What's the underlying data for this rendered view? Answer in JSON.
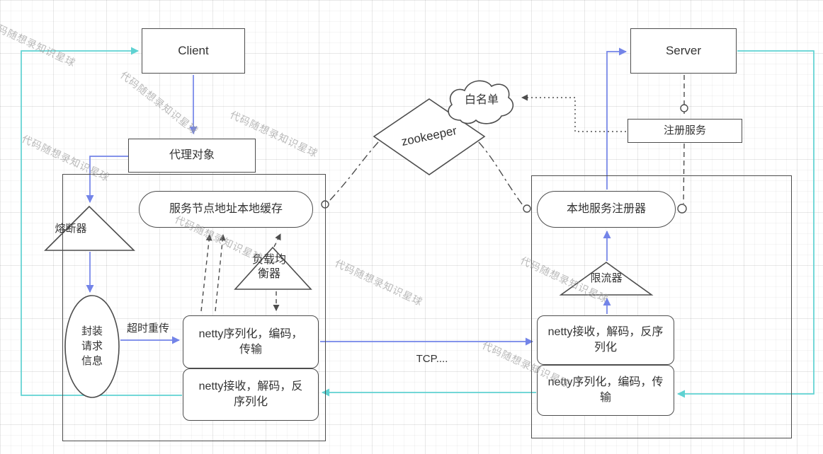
{
  "watermark": {
    "text": "代码随想录知识星球"
  },
  "colors": {
    "request": "#7384e8",
    "response": "#5fd2d2",
    "stroke": "#4d4d4d",
    "text": "#333333",
    "watermark": "#9b9b9b"
  },
  "nodes": {
    "client": {
      "label": "Client"
    },
    "server": {
      "label": "Server"
    },
    "proxy": {
      "label": "代理对象"
    },
    "zookeeper": {
      "label": "zookeeper"
    },
    "whitelist": {
      "label": "白名单"
    },
    "register_service": {
      "label": "注册服务"
    },
    "local_cache": {
      "label": "服务节点地址本地缓存"
    },
    "local_registry": {
      "label": "本地服务注册器"
    },
    "circuit_breaker": {
      "label": "熔断器"
    },
    "load_balancer": {
      "label": "负载均衡器"
    },
    "rate_limiter": {
      "label": "限流器"
    },
    "request_wrapper": {
      "label": "封装请求信息"
    },
    "client_netty_send": {
      "label": "netty序列化，编码，传输"
    },
    "client_netty_receive": {
      "label": "netty接收，解码，反序列化"
    },
    "server_netty_receive": {
      "label": "netty接收，解码，反序列化"
    },
    "server_netty_send": {
      "label": "netty序列化，编码，传输"
    }
  },
  "edge_labels": {
    "timeout_retry": "超时重传",
    "tcp": "TCP...."
  }
}
